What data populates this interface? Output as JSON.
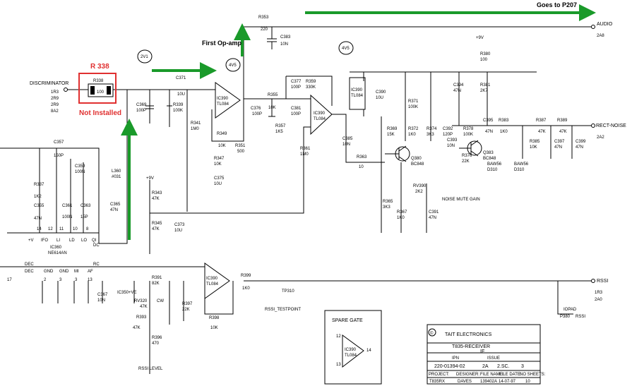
{
  "annotations": {
    "goes_to": "Goes to P207",
    "first_opamp": "First Op-amp",
    "r338_title": "R 338",
    "r338_note": "Not Installed",
    "arrow_color": "#1a9a2a",
    "red_color": "#e03030"
  },
  "nets": {
    "discriminator": "DISCRIMINATOR",
    "disc_refs": [
      "1R3",
      "2R9",
      "2R9",
      "8A2"
    ],
    "audio": "AUDIO",
    "audio_ref": "2A8",
    "rect_noise": "RECT-NOISE",
    "rect_ref": "2A2",
    "rssi": "RSSI",
    "rssi_refs": [
      "1R3",
      "2A0"
    ],
    "rssi_testpoint": "RSSI_TESTPOINT",
    "rssi_level": "RSSI LEVEL",
    "noise_mute_gain": "NOISE MUTE GAIN",
    "v9_top": "+9V",
    "v9_mid": "+9V",
    "node_2v1": "2V1",
    "node_4v5a": "4V5",
    "node_4v5b": "4V5"
  },
  "components": {
    "r338": [
      "R338",
      "100"
    ],
    "r353": [
      "R353",
      "220"
    ],
    "c383": [
      "C383",
      "10N"
    ],
    "c371": [
      "C371",
      "10U"
    ],
    "c369": [
      "C369",
      "100P"
    ],
    "r339": [
      "R339",
      "100K"
    ],
    "r341": [
      "R341",
      "1M0"
    ],
    "ic390a": [
      "IC390",
      "TL084"
    ],
    "r349": [
      "R349",
      "10K"
    ],
    "r351": [
      "R351",
      "500"
    ],
    "r347": [
      "R347",
      "10K"
    ],
    "c375": [
      "C375",
      "10U"
    ],
    "c376": [
      "C376",
      "100P"
    ],
    "r355": [
      "R355",
      "10K"
    ],
    "c377": [
      "C377",
      "100P"
    ],
    "r359": [
      "R359",
      "330K"
    ],
    "c381": [
      "C381",
      "100P"
    ],
    "r357": [
      "R357",
      "1K5"
    ],
    "ic390b": [
      "IC390",
      "TL084"
    ],
    "r361": [
      "R361",
      "1M0"
    ],
    "c385": [
      "C385",
      "10N"
    ],
    "r363": [
      "R363",
      "10"
    ],
    "ic390pwr": [
      "IC390",
      "TL084"
    ],
    "c390": [
      "C390",
      "10U"
    ],
    "r371": [
      "R371",
      "100K"
    ],
    "c394": [
      "C394",
      "47N"
    ],
    "r380": [
      "R380",
      "100"
    ],
    "r381": [
      "R381",
      "2K7"
    ],
    "r369": [
      "R369",
      "15K"
    ],
    "r372": [
      "R372",
      "1K0"
    ],
    "r374": [
      "R374",
      "3K3"
    ],
    "c392": [
      "C392",
      "120P"
    ],
    "r378": [
      "R378",
      "100K"
    ],
    "c395": [
      "C395",
      "47N"
    ],
    "r383": [
      "R383",
      "1K0"
    ],
    "r387": [
      "R387",
      "47K"
    ],
    "r389": [
      "R389",
      "47K"
    ],
    "r385": [
      "R385",
      "10K"
    ],
    "c397": [
      "C397",
      "47N"
    ],
    "c399": [
      "C399",
      "47N"
    ],
    "c393": [
      "C393",
      "10N"
    ],
    "r376": [
      "R376",
      "22K"
    ],
    "q380": [
      "Q380",
      "BC848"
    ],
    "q383": [
      "Q383",
      "BC848"
    ],
    "baw56a": [
      "BAW56",
      "D310"
    ],
    "baw56b": [
      "BAW56",
      "D310"
    ],
    "r365": [
      "R365",
      "3K3"
    ],
    "rv390": [
      "RV390",
      "2K2"
    ],
    "r367": [
      "R367",
      "1K0"
    ],
    "c391": [
      "C391",
      "47N"
    ],
    "c357": [
      "C357",
      "150P"
    ],
    "c359": [
      "C359",
      "100N"
    ],
    "l360": [
      "L360",
      "#031"
    ],
    "r337": [
      "R337",
      "1K2"
    ],
    "c355": [
      "C355",
      "47N"
    ],
    "c361": [
      "C361",
      "100N"
    ],
    "c363": [
      "C363",
      "15P"
    ],
    "c365": [
      "C365",
      "47N"
    ],
    "ic360": [
      "IC360",
      "NE614AN"
    ],
    "ic360_pins": [
      "+V",
      "IFO",
      "LI",
      "LD",
      "LO",
      "QI"
    ],
    "ic360_pin_nums": [
      "14",
      "12",
      "11",
      "10",
      "8"
    ],
    "dc": "DC",
    "rc": "RC",
    "r343": [
      "R343",
      "47K"
    ],
    "r345": [
      "R345",
      "47K"
    ],
    "c373": [
      "C373",
      "10U"
    ],
    "ic390c": [
      "IC390",
      "TL084"
    ],
    "r399": [
      "R399",
      "1K0"
    ],
    "tp310": "TP310",
    "r391": [
      "R391",
      "82K"
    ],
    "rv320": [
      "RV320",
      "47K"
    ],
    "cw": "CW",
    "ic350ve": "IC350+VE",
    "c367": [
      "C367",
      "10N"
    ],
    "r397": [
      "R397",
      "22K"
    ],
    "r398": [
      "R398",
      "10K"
    ],
    "r393": [
      "R393",
      "47K"
    ],
    "r396": [
      "R396",
      "470"
    ],
    "ic_left_labels": [
      "DEC",
      "DEC",
      "GND",
      "GND",
      "MI",
      "AF"
    ],
    "ic_left_pins": [
      "2",
      "3",
      "3",
      "13",
      "17"
    ],
    "ioad": [
      "IOPAD",
      "P380",
      "RSSI"
    ]
  },
  "spare_gate": {
    "title": "SPARE GATE",
    "ic": [
      "IC390",
      "TL084"
    ],
    "pins": [
      "12",
      "13",
      "14"
    ]
  },
  "title_block": {
    "company": "TAIT ELECTRONICS",
    "copyright": "©",
    "model": "T835-RECEIVER",
    "section": "IF",
    "pn_label": "IPN",
    "issue_label": "ISSUE",
    "pn": "220-01394-02",
    "issue": "2A",
    "sheet": "2.SC.",
    "sheet_num": "3",
    "headers": [
      "PROJECT:",
      "DESIGNER:",
      "FILE NAME:",
      "FILE DATE:",
      "NO SHEETS:"
    ],
    "values": [
      "T835RX",
      "DAVES",
      "139402A",
      "14-07-97",
      "10"
    ]
  }
}
